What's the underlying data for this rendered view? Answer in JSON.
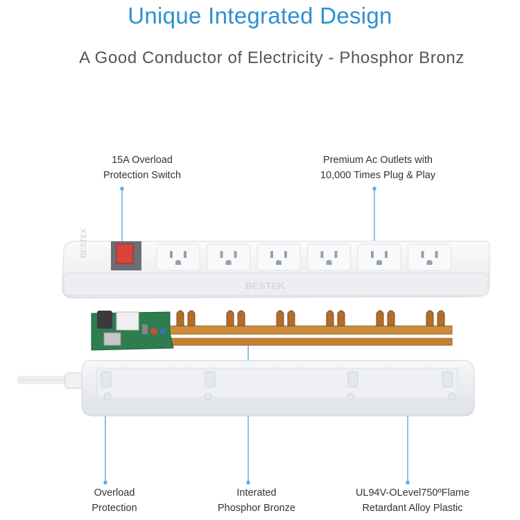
{
  "header": {
    "title": "Unique Integrated Design",
    "subtitle": "A Good Conductor of Electricity - Phosphor Bronz"
  },
  "callouts": {
    "switch": {
      "line1": "15A Overload",
      "line2": "Protection Switch"
    },
    "outlets": {
      "line1": "Premium Ac Outlets with",
      "line2": "10,000 Times Plug & Play"
    },
    "overload": {
      "line1": "Overload",
      "line2": "Protection"
    },
    "bronze": {
      "line1": "Interated",
      "line2": "Phosphor Bronze"
    },
    "plastic": {
      "line1": "UL94V-OLevel750ºFlame",
      "line2": "Retardant Alloy Plastic"
    }
  },
  "brand": {
    "logo_text": "BESTEK"
  },
  "colors": {
    "title": "#2f8fd0",
    "leader_line": "#5aaee0",
    "bronze": "#c98a3c",
    "pcb": "#2e7d4f",
    "switch": "#d9443a",
    "shell": "#f4f5f7"
  },
  "product": {
    "outlet_count": 6
  }
}
